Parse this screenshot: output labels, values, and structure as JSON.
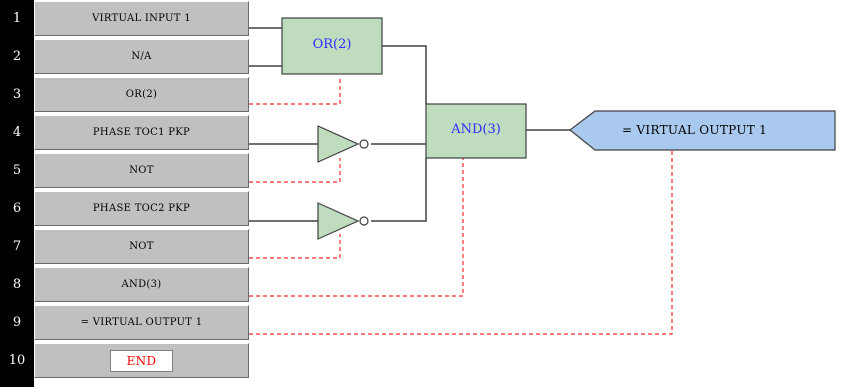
{
  "rows": [
    {
      "num": "1",
      "label": "VIRTUAL INPUT 1"
    },
    {
      "num": "2",
      "label": "N/A"
    },
    {
      "num": "3",
      "label": "OR(2)"
    },
    {
      "num": "4",
      "label": "PHASE TOC1 PKP"
    },
    {
      "num": "5",
      "label": "NOT"
    },
    {
      "num": "6",
      "label": "PHASE TOC2 PKP"
    },
    {
      "num": "7",
      "label": "NOT"
    },
    {
      "num": "8",
      "label": "AND(3)"
    },
    {
      "num": "9",
      "label": "= VIRTUAL OUTPUT 1"
    },
    {
      "num": "10",
      "label": "END"
    }
  ],
  "gates": {
    "or_label": "OR(2)",
    "and_label": "AND(3)",
    "output_label": "= VIRTUAL OUTPUT 1"
  },
  "colors": {
    "gate_fill": "#bfdcbf",
    "gate_text": "#2c2cff",
    "output_fill": "#a9c9ee",
    "dash": "#ff2a2a",
    "wire": "#404040",
    "row_fill": "#c0c0c0",
    "end_text": "#ff0000"
  }
}
